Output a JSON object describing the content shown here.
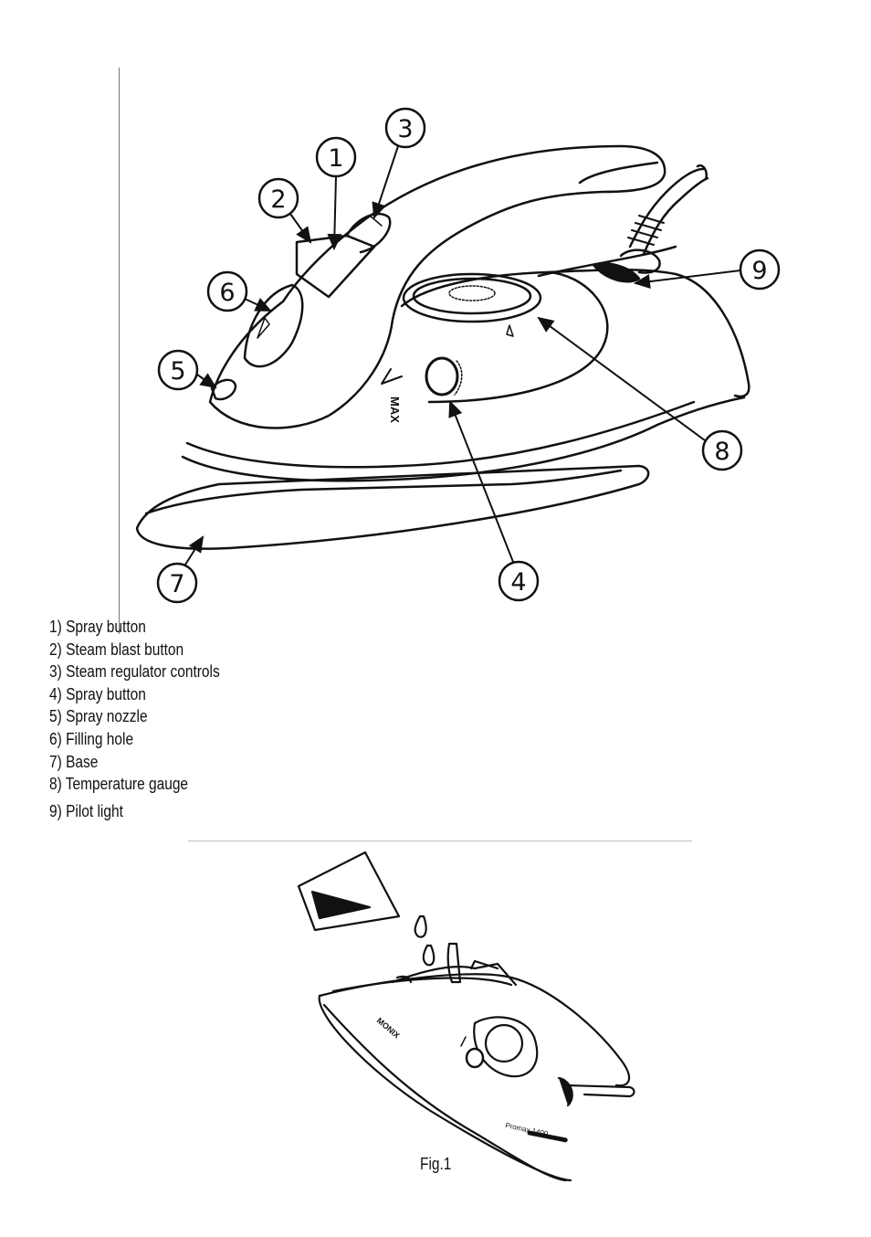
{
  "legend": {
    "items": [
      "1) Spray button",
      "2) Steam blast button",
      "3) Steam regulator controls",
      "4) Spray button",
      "5) Spray nozzle",
      "6) Filling hole",
      "7) Base",
      "8) Temperature gauge",
      "9) Pilot light"
    ]
  },
  "callouts": [
    "1",
    "2",
    "3",
    "4",
    "5",
    "6",
    "7",
    "8",
    "9"
  ],
  "iron_markings": {
    "max_label": "MAX",
    "brand": "MONIX",
    "model": "Promax 1400"
  },
  "caption": "Fig.1"
}
